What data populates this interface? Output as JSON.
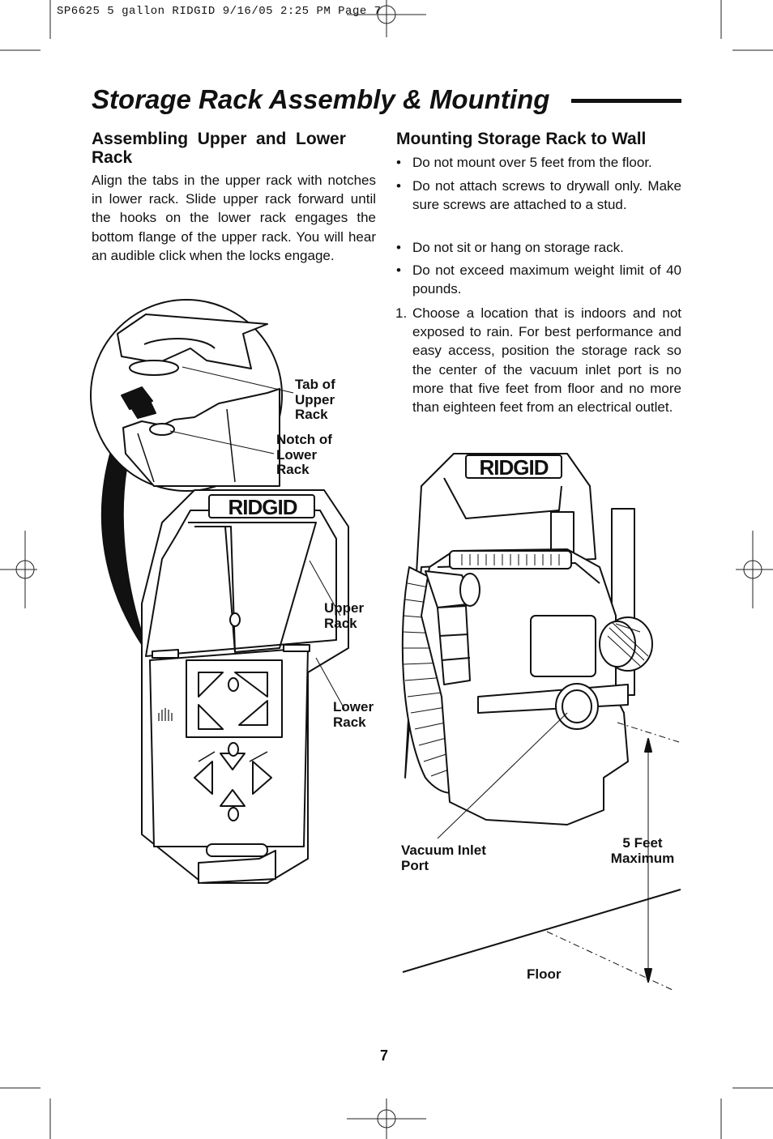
{
  "header": {
    "slug_text": "SP6625 5 gallon RIDGID  9/16/05  2:25 PM  Page 7"
  },
  "page": {
    "title": "Storage Rack Assembly & Mounting",
    "number": "7"
  },
  "left_section": {
    "heading_line1": "Assembling  Upper  and  Lower",
    "heading_line2": "Rack",
    "paragraph": "Align the tabs in the upper rack with notches in lower rack. Slide upper rack forward until the hooks on the lower rack engages the bottom flange of the upper rack. You will hear an audible click when the locks engage."
  },
  "right_section": {
    "heading": "Mounting Storage Rack to Wall",
    "bullets": [
      "Do not mount over 5 feet from the floor.",
      "Do not attach screws to drywall only. Make sure screws are attached to a stud.",
      "Do not sit or hang on storage rack.",
      "Do not exceed maximum weight limit of 40 pounds."
    ],
    "bullet_marker": "•",
    "step_number": "1.",
    "step_text": "Choose a location that is indoors and not exposed to rain. For best performance and easy access, position the storage rack so the center of the vacuum inlet port is no more that five feet from floor and no more than eighteen feet from an electrical outlet."
  },
  "rack_figure": {
    "brand": "RIDGID",
    "labels": {
      "tab": [
        "Tab of",
        "Upper",
        "Rack"
      ],
      "notch": [
        "Notch of",
        "Lower",
        "Rack"
      ],
      "upper": [
        "Upper",
        "Rack"
      ],
      "lower": [
        "Lower",
        "Rack"
      ]
    }
  },
  "vac_figure": {
    "brand": "RIDGID",
    "labels": {
      "inlet": [
        "Vacuum Inlet",
        "Port"
      ],
      "height": [
        "5 Feet",
        "Maximum"
      ],
      "floor": "Floor"
    }
  }
}
